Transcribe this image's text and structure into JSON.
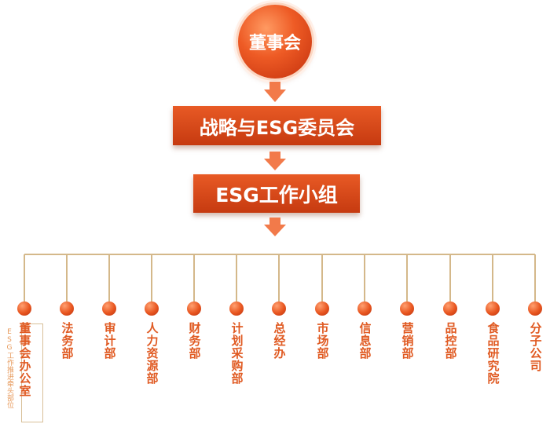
{
  "board": {
    "label": "董事会"
  },
  "committee": {
    "label": "战略与ESG委员会"
  },
  "workgroup": {
    "label": "ESG工作小组"
  },
  "departments": [
    {
      "label": "董事会办公室"
    },
    {
      "label": "法务部"
    },
    {
      "label": "审计部"
    },
    {
      "label": "人力资源部"
    },
    {
      "label": "财务部"
    },
    {
      "label": "计划采购部"
    },
    {
      "label": "总经办"
    },
    {
      "label": "市场部"
    },
    {
      "label": "信息部"
    },
    {
      "label": "营销部"
    },
    {
      "label": "品控部"
    },
    {
      "label": "食品研究院"
    },
    {
      "label": "分子公司"
    }
  ],
  "note": {
    "label": "ESG工作推进牵头部位"
  },
  "colors": {
    "primary": "#e05a22",
    "connector": "#d4b88a",
    "arrow": "#f27a4a"
  }
}
